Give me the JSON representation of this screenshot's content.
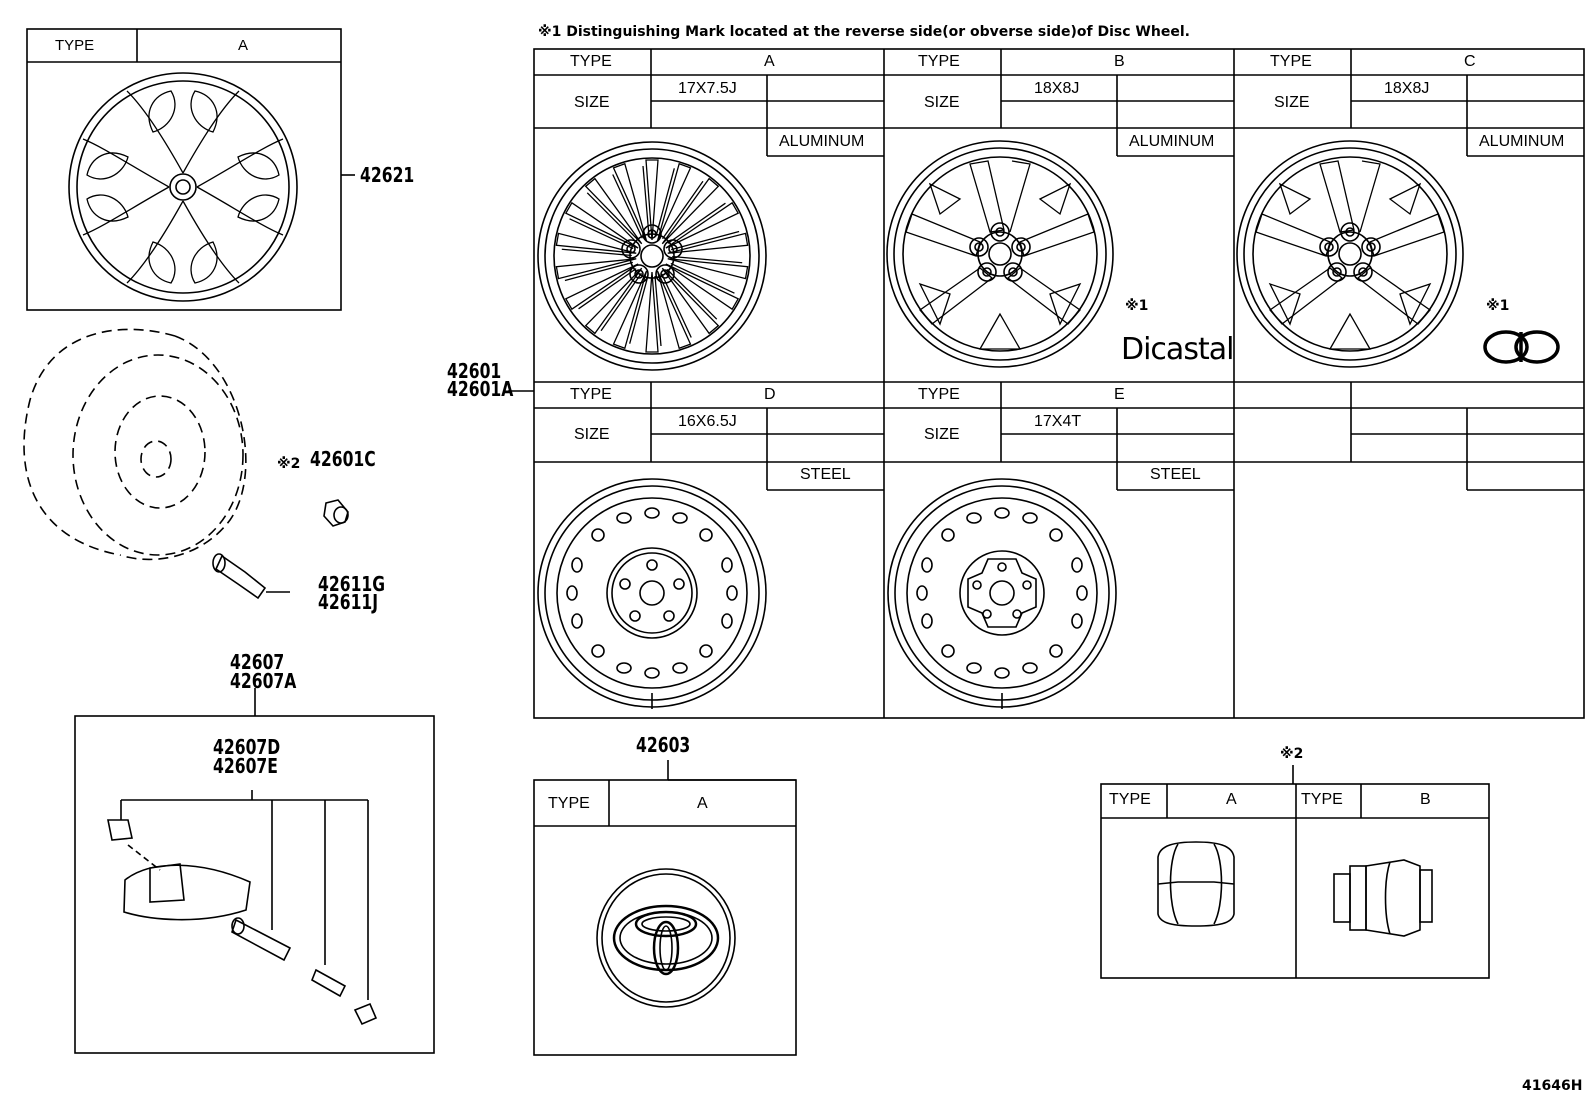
{
  "note_top": "※1 Distinguishing Mark located at the reverse side(or obverse side)of Disc Wheel.",
  "hubcap_table": {
    "type_label": "TYPE",
    "type_value": "A"
  },
  "part_numbers": {
    "hubcap": "42621",
    "wheel": [
      "42601",
      "42601A"
    ],
    "nut_note": "※2",
    "nut": "42601C",
    "valve": [
      "42611G",
      "42611J"
    ],
    "sensor_set": [
      "42607",
      "42607A"
    ],
    "sensor_parts": [
      "42607D",
      "42607E"
    ],
    "center_ornament": "42603"
  },
  "wheel_table": {
    "type_label": "TYPE",
    "size_label": "SIZE",
    "wheels": [
      {
        "type": "A",
        "size": "17X7.5J",
        "material": "ALUMINUM",
        "mark": ""
      },
      {
        "type": "B",
        "size": "18X8J",
        "material": "ALUMINUM",
        "mark": "※1",
        "maker": "Dicastal"
      },
      {
        "type": "C",
        "size": "18X8J",
        "material": "ALUMINUM",
        "mark": "※1"
      },
      {
        "type": "D",
        "size": "16X6.5J",
        "material": "STEEL"
      },
      {
        "type": "E",
        "size": "17X4T",
        "material": "STEEL"
      }
    ]
  },
  "ornament_table": {
    "type_label": "TYPE",
    "type_value": "A"
  },
  "nut_table": {
    "note": "※2",
    "type_label": "TYPE",
    "types": [
      "A",
      "B"
    ]
  },
  "diagram_id": "41646H"
}
